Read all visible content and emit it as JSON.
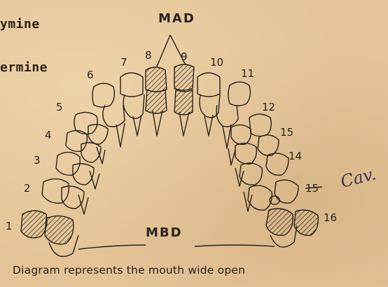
{
  "typed_lines": [
    "ymine",
    "ermine"
  ],
  "labels": {
    "mad": "MAD",
    "mbd": "MBD",
    "cav": "Cav.",
    "caption": "Diagram represents the mouth wide open"
  },
  "tooth_numbers": [
    "1",
    "2",
    "3",
    "4",
    "5",
    "6",
    "7",
    "8",
    "9",
    "10",
    "11",
    "12",
    "15",
    "14",
    "15",
    "16"
  ],
  "colors": {
    "paper": "#e4c497",
    "ink": "#2b2118",
    "hatch": "#3a2f26"
  }
}
